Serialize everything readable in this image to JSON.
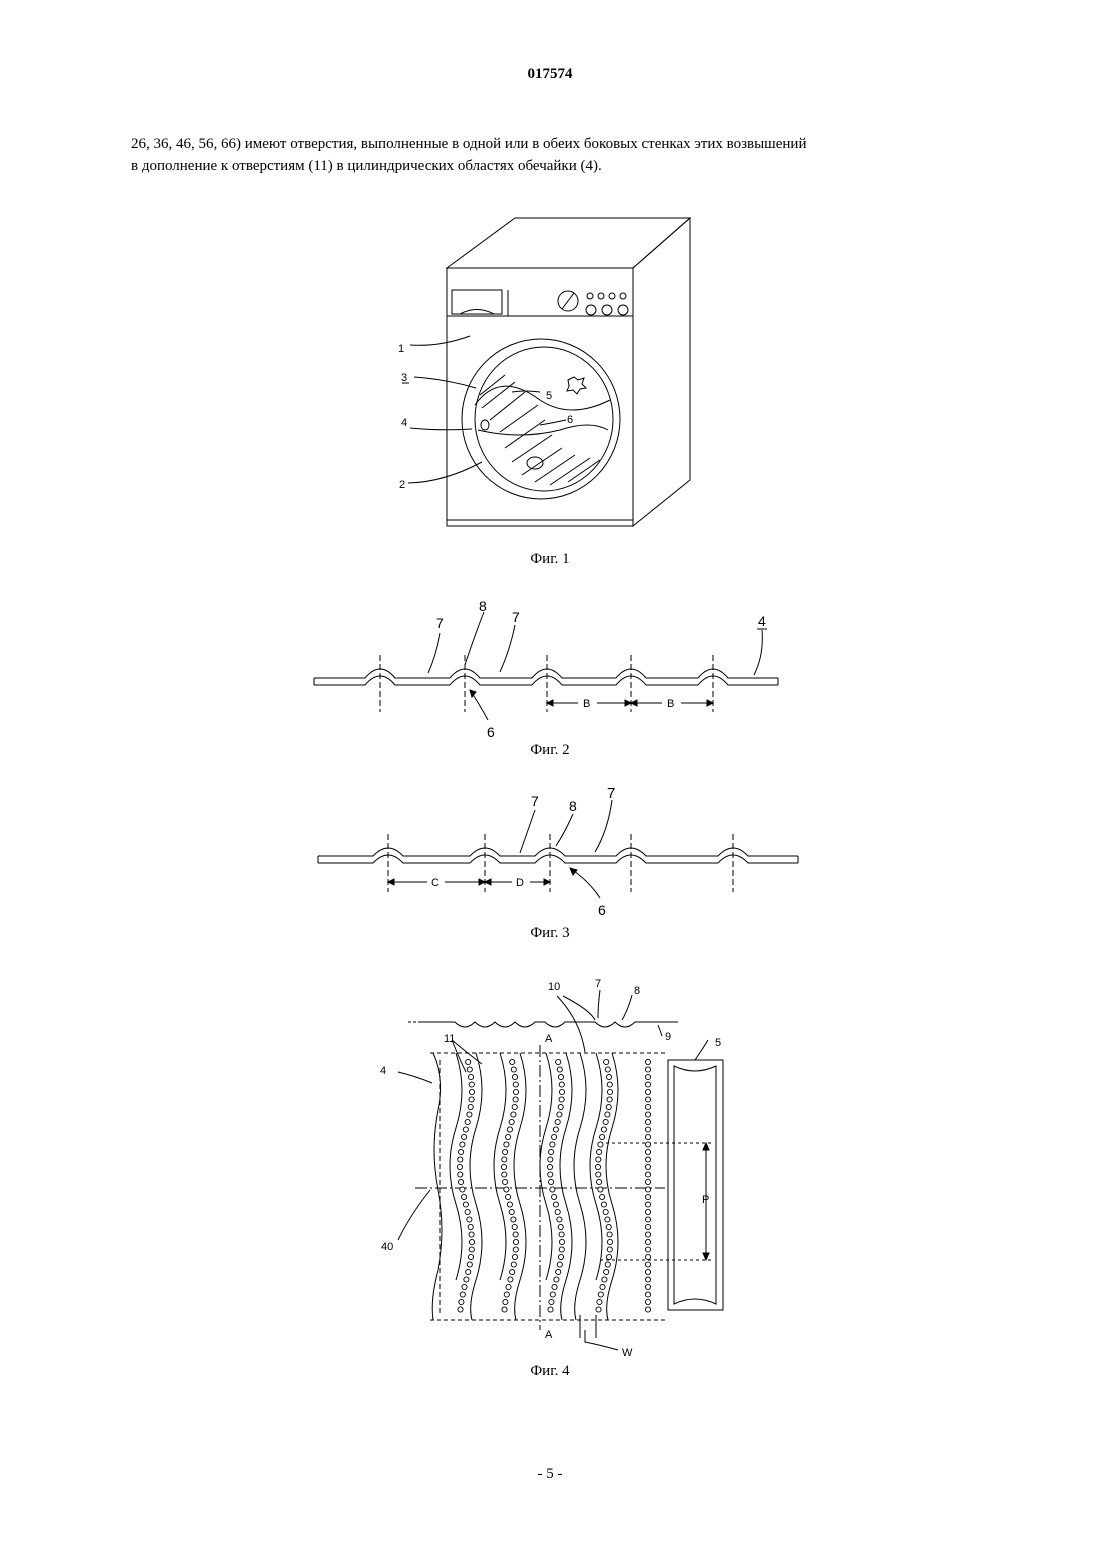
{
  "header": {
    "doc_number": "017574"
  },
  "body": {
    "line1": "26, 36, 46, 56, 66) имеют отверстия, выполненные в одной или в обеих боковых стенках этих возвышений",
    "line2": "в дополнение к отверстиям (11) в цилиндрических областях обечайки (4)."
  },
  "figures": {
    "fig1": {
      "caption": "Фиг. 1",
      "labels": {
        "l1": "1",
        "l2": "2",
        "l3": "3",
        "l4": "4",
        "l5": "5",
        "l6": "6"
      }
    },
    "fig2": {
      "caption": "Фиг. 2",
      "labels": {
        "l7a": "7",
        "l8": "8",
        "l7b": "7",
        "l4": "4",
        "l6": "6",
        "b1": "B",
        "b2": "B"
      }
    },
    "fig3": {
      "caption": "Фиг. 3",
      "labels": {
        "l7a": "7",
        "l8": "8",
        "l7b": "7",
        "l6": "6",
        "c": "C",
        "d": "D"
      }
    },
    "fig4": {
      "caption": "Фиг. 4",
      "labels": {
        "l10": "10",
        "l7": "7",
        "l8": "8",
        "l9": "9",
        "l11": "11",
        "a_top": "A",
        "a_bot": "A",
        "l4": "4",
        "l5": "5",
        "p": "P",
        "l40": "40",
        "w": "W"
      }
    }
  },
  "footer": {
    "page_number": "- 5 -"
  }
}
